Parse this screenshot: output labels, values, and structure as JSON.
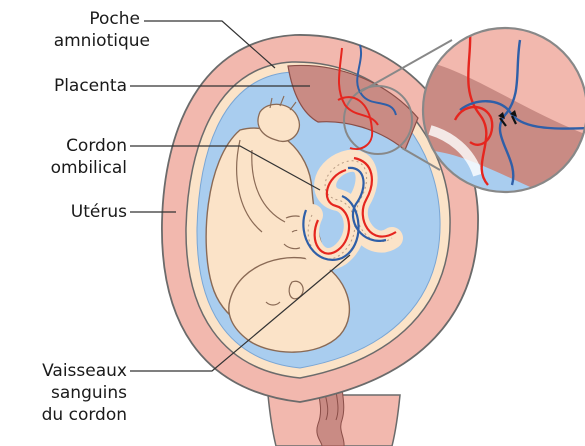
{
  "labels": {
    "amniotic_sac": {
      "line1": "Poche",
      "line2": "amniotique"
    },
    "placenta": "Placenta",
    "umbilical_cord": {
      "line1": "Cordon",
      "line2": "ombilical"
    },
    "uterus": "Utérus",
    "cord_vessels": {
      "line1": "Vaisseaux",
      "line2": "sanguins",
      "line3": "du cordon"
    }
  },
  "colors": {
    "uterus_wall": "#f2b8ae",
    "uterus_outline": "#6b6b6b",
    "amniotic_fluid": "#a9cdef",
    "placenta": "#c98b84",
    "fetus_skin": "#fbe3c8",
    "artery_red": "#e5261f",
    "vein_blue": "#2f5fa8",
    "zoom_outline": "#888888"
  }
}
